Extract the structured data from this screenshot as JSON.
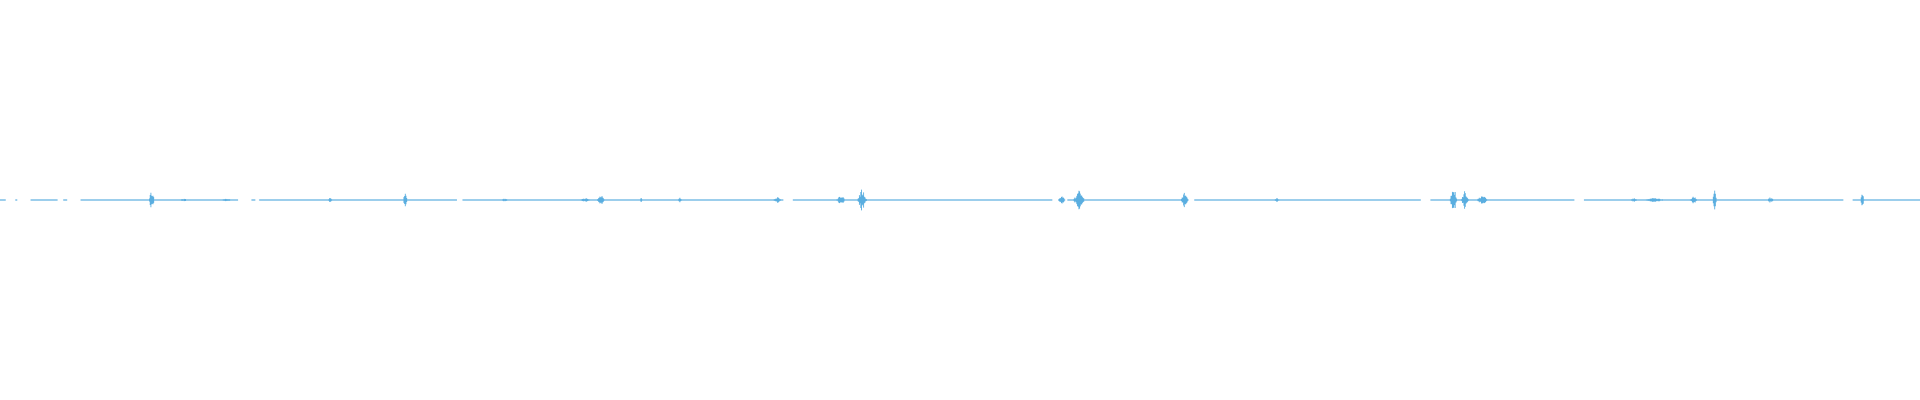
{
  "waveform": {
    "color": "#5aaee0",
    "background": "#ffffff",
    "baseline_level": 0.02,
    "duration_fraction_visible": 1.0,
    "segments": [
      {
        "start": 0.0,
        "end": 0.003,
        "amp": 0.02
      },
      {
        "start": 0.008,
        "end": 0.009,
        "amp": 0.02
      },
      {
        "start": 0.016,
        "end": 0.03,
        "amp": 0.02
      },
      {
        "start": 0.033,
        "end": 0.035,
        "amp": 0.02
      },
      {
        "start": 0.042,
        "end": 0.124,
        "amp": 0.025
      },
      {
        "start": 0.131,
        "end": 0.133,
        "amp": 0.02
      },
      {
        "start": 0.135,
        "end": 0.238,
        "amp": 0.02
      },
      {
        "start": 0.241,
        "end": 0.408,
        "amp": 0.025
      },
      {
        "start": 0.413,
        "end": 0.548,
        "amp": 0.025
      },
      {
        "start": 0.556,
        "end": 0.619,
        "amp": 0.02
      },
      {
        "start": 0.622,
        "end": 0.74,
        "amp": 0.02
      },
      {
        "start": 0.745,
        "end": 0.82,
        "amp": 0.025
      },
      {
        "start": 0.825,
        "end": 0.96,
        "amp": 0.025
      },
      {
        "start": 0.965,
        "end": 1.0,
        "amp": 0.02
      }
    ],
    "bursts": [
      {
        "pos": 0.079,
        "amp": 0.9,
        "width": 0.003
      },
      {
        "pos": 0.096,
        "amp": 0.12,
        "width": 0.006
      },
      {
        "pos": 0.118,
        "amp": 0.15,
        "width": 0.006
      },
      {
        "pos": 0.172,
        "amp": 0.3,
        "width": 0.002
      },
      {
        "pos": 0.211,
        "amp": 1.0,
        "width": 0.002
      },
      {
        "pos": 0.263,
        "amp": 0.15,
        "width": 0.004
      },
      {
        "pos": 0.305,
        "amp": 0.2,
        "width": 0.006
      },
      {
        "pos": 0.313,
        "amp": 0.55,
        "width": 0.004
      },
      {
        "pos": 0.334,
        "amp": 0.2,
        "width": 0.002
      },
      {
        "pos": 0.354,
        "amp": 0.35,
        "width": 0.002
      },
      {
        "pos": 0.405,
        "amp": 0.25,
        "width": 0.005
      },
      {
        "pos": 0.438,
        "amp": 0.45,
        "width": 0.005
      },
      {
        "pos": 0.449,
        "amp": 1.0,
        "width": 0.005
      },
      {
        "pos": 0.553,
        "amp": 0.4,
        "width": 0.004
      },
      {
        "pos": 0.562,
        "amp": 0.85,
        "width": 0.006
      },
      {
        "pos": 0.617,
        "amp": 0.7,
        "width": 0.004
      },
      {
        "pos": 0.665,
        "amp": 0.2,
        "width": 0.003
      },
      {
        "pos": 0.757,
        "amp": 1.3,
        "width": 0.004
      },
      {
        "pos": 0.763,
        "amp": 0.9,
        "width": 0.004
      },
      {
        "pos": 0.772,
        "amp": 0.45,
        "width": 0.006
      },
      {
        "pos": 0.851,
        "amp": 0.18,
        "width": 0.004
      },
      {
        "pos": 0.862,
        "amp": 0.2,
        "width": 0.012
      },
      {
        "pos": 0.882,
        "amp": 0.4,
        "width": 0.004
      },
      {
        "pos": 0.893,
        "amp": 1.1,
        "width": 0.002
      },
      {
        "pos": 0.922,
        "amp": 0.25,
        "width": 0.004
      },
      {
        "pos": 0.97,
        "amp": 0.7,
        "width": 0.002
      }
    ]
  }
}
